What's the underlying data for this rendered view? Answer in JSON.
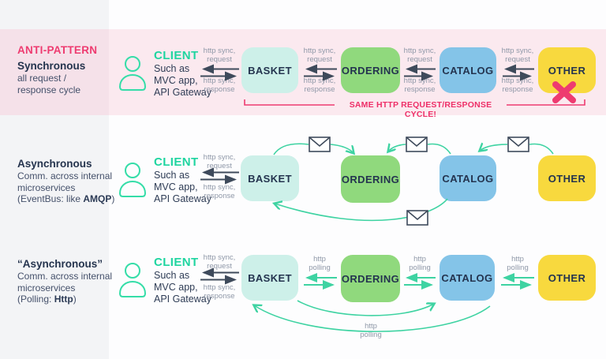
{
  "palette": {
    "pink_accent": "#ee3b70",
    "teal_accent": "#1fd5a0",
    "navy_text": "#25344f",
    "gray_label": "#8f98a8",
    "basket_fill": "#cdf0e9",
    "ordering_fill": "#90d97d",
    "catalog_fill": "#84c4e8",
    "other_fill": "#f8d93e",
    "row1_bg": "#fbe9ef",
    "sidebar_bg": "#f3f4f6"
  },
  "icons": {
    "client": "person-outline-icon",
    "message": "envelope-icon",
    "failure": "cross-icon"
  },
  "client": {
    "title": "CLIENT",
    "sub1": "Such as",
    "sub2": "MVC app,",
    "sub3": "API Gateway"
  },
  "services": [
    {
      "name": "BASKET"
    },
    {
      "name": "ORDERING"
    },
    {
      "name": "CATALOG"
    },
    {
      "name": "OTHER"
    }
  ],
  "labels": {
    "http_sync_request": "http sync,\nrequest",
    "http_sync_response": "http sync,\nresponse",
    "http_polling": "http\npolling",
    "same_cycle": "SAME HTTP REQUEST/RESPONSE CYCLE!"
  },
  "rows": [
    {
      "tag": "ANTI-PATTERN",
      "title": "Synchronous",
      "desc": "all request /\nresponse cycle"
    },
    {
      "title": "Asynchronous",
      "desc_line1": "Comm. across internal",
      "desc_line2": "microservices",
      "paren_prefix": "(EventBus: like ",
      "paren_bold": "AMQP",
      "paren_suffix": ")"
    },
    {
      "title": "“Asynchronous”",
      "desc_line1": "Comm. across internal",
      "desc_line2": "microservices",
      "paren_prefix": "(Polling: ",
      "paren_bold": "Http",
      "paren_suffix": ")"
    }
  ]
}
